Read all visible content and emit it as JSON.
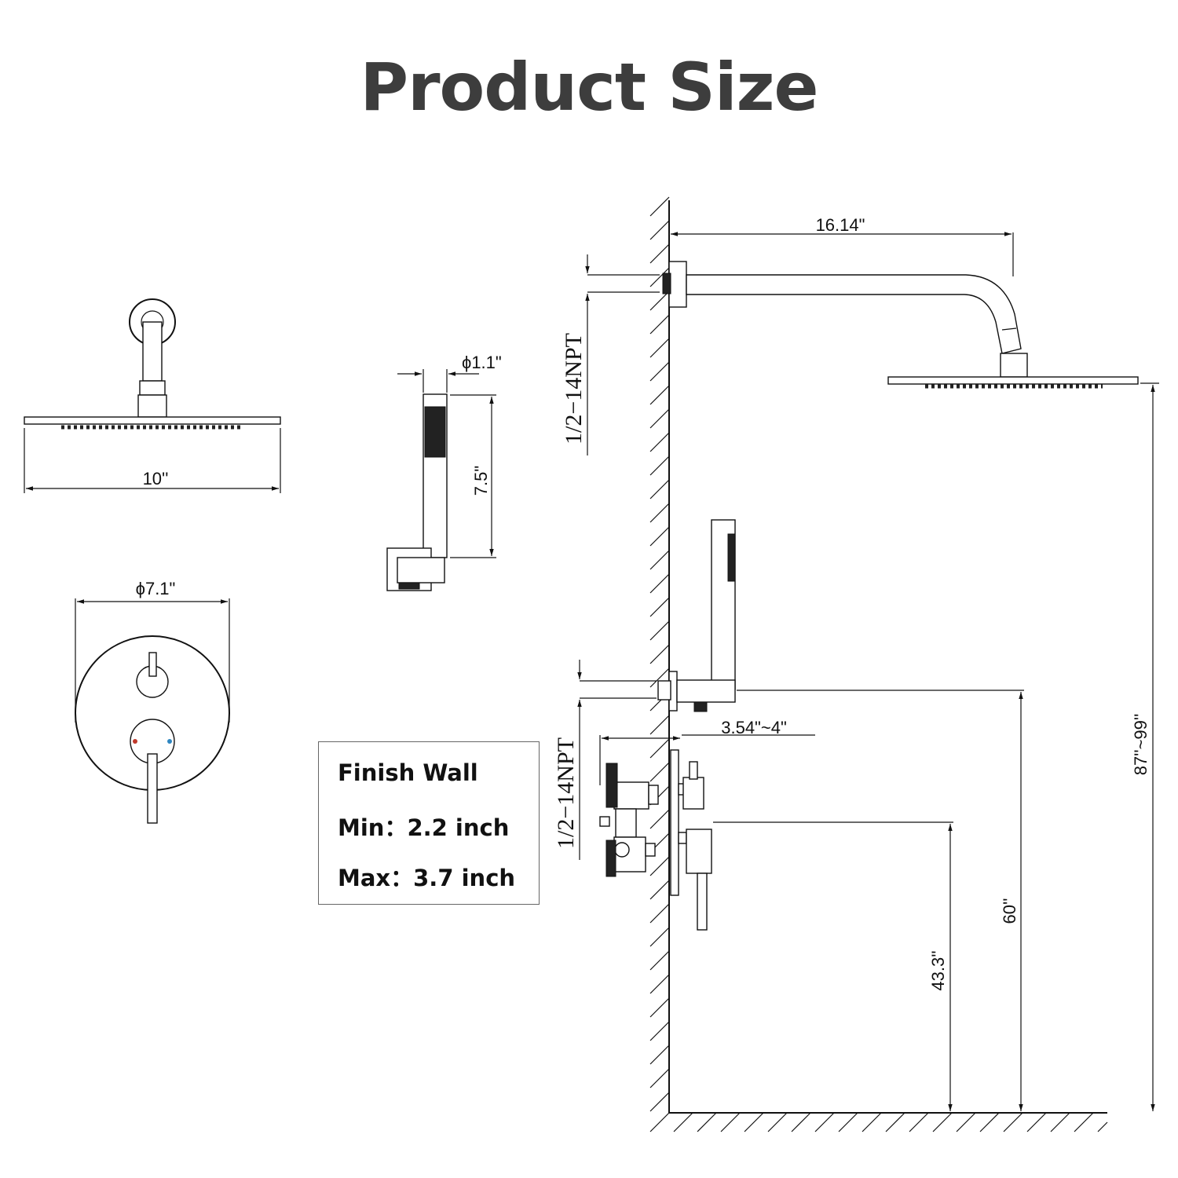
{
  "title": "Product Size",
  "dimensions": {
    "head_width": "10''",
    "plate_diameter": "ϕ7.1\"",
    "handheld_diameter": "ϕ1.1\"",
    "handheld_length": "7.5\"",
    "arm_length": "16.14\"",
    "thread_top": "1/2−14NPT",
    "thread_bottom": "1/2−14NPT",
    "depth": "3.54\"~4\"",
    "head_height": "87''~99''",
    "outlet_height": "60''",
    "valve_height": "43.3''"
  },
  "finish_wall": {
    "heading": "Finish Wall",
    "min": "Min：2.2 inch",
    "max": "Max：3.7 inch"
  },
  "icons": [
    "shower-head-front-icon",
    "handheld-shower-icon",
    "valve-trim-plate-icon",
    "shower-system-side-view-icon"
  ]
}
